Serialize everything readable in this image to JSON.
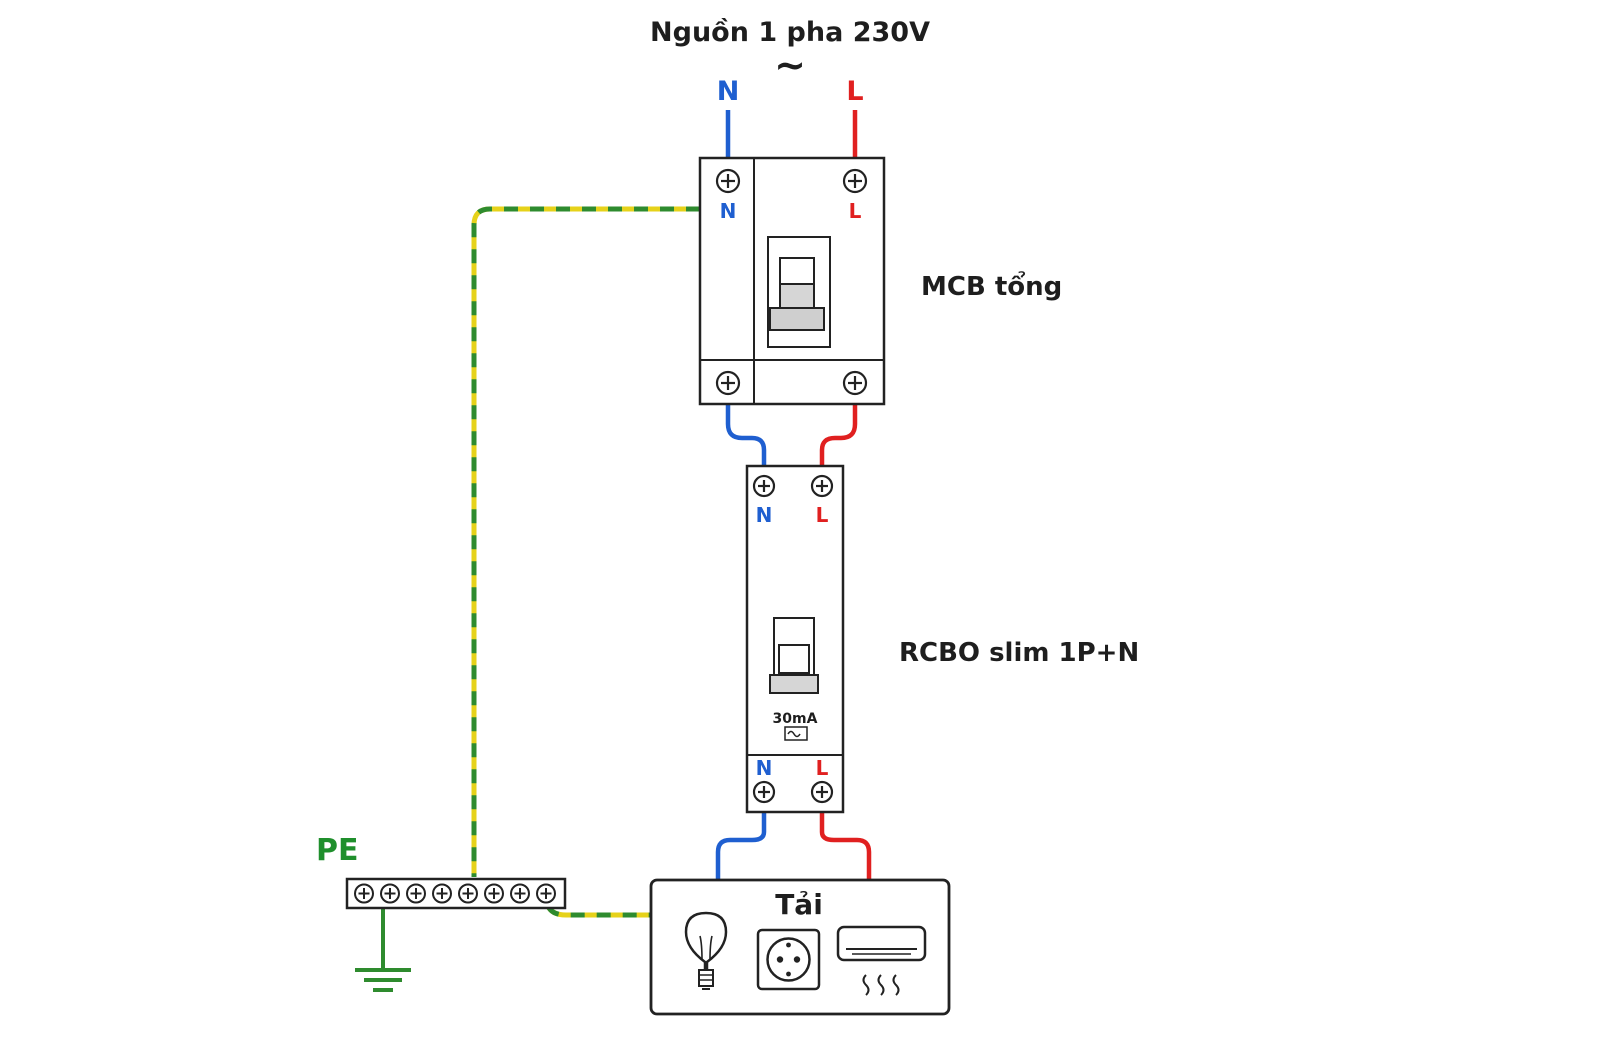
{
  "source": {
    "title": "Nguồn 1 pha 230V",
    "symbol": "~",
    "n_label": "N",
    "l_label": "L"
  },
  "mcb": {
    "label": "MCB tổng",
    "n_label": "N",
    "l_label": "L"
  },
  "rcbo": {
    "label": "RCBO slim 1P+N",
    "rating": "30mA",
    "top_n": "N",
    "top_l": "L",
    "bottom_n": "N",
    "bottom_l": "L"
  },
  "pe": {
    "label": "PE",
    "terminal_count": 8
  },
  "load": {
    "label": "Tải",
    "items": [
      "bulb-icon",
      "socket-icon",
      "air-conditioner-icon"
    ]
  },
  "colors": {
    "neutral": "#1f5fd0",
    "live": "#e02020",
    "earth_green": "#2e8b2e",
    "earth_yellow": "#e6d21a",
    "outline": "#222222"
  }
}
